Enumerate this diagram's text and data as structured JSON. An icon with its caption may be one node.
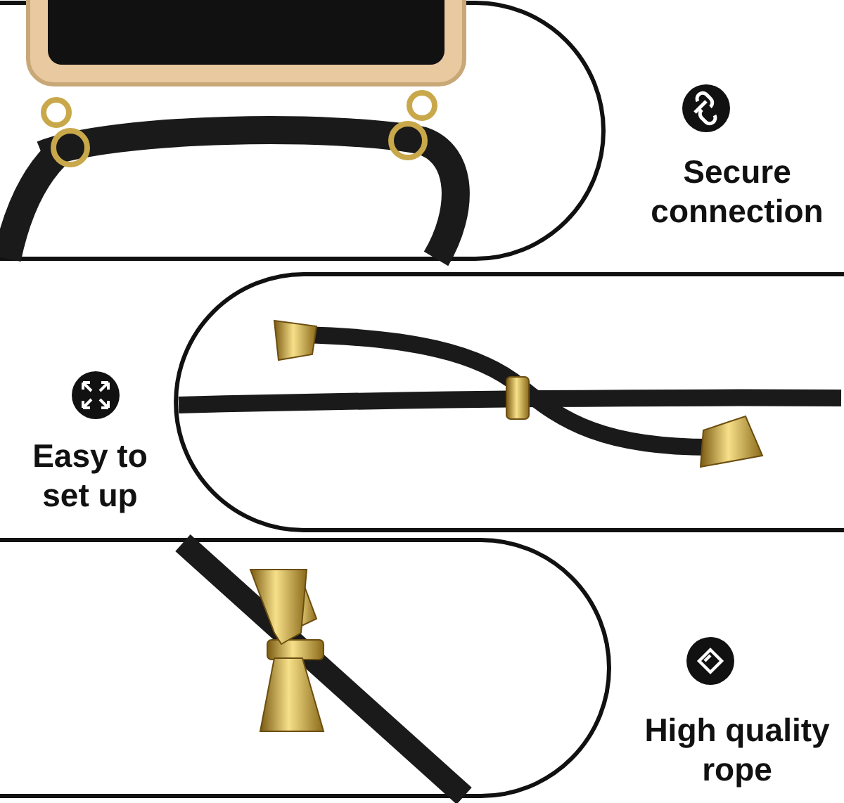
{
  "diagram": {
    "labels": [
      "Secure connection",
      "Easy to set up",
      "High quality rope"
    ]
  }
}
